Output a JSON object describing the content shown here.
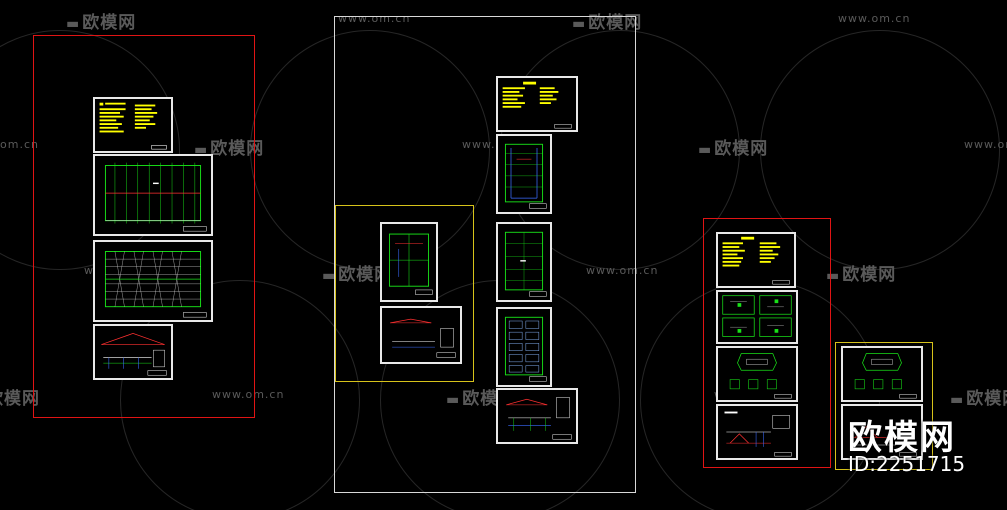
{
  "watermark": {
    "logo_text": "欧模网",
    "url_text": "www.om.cn",
    "url_text_partial": "om.cn"
  },
  "badge": {
    "brand": "欧模网",
    "id_text": "ID:2251715"
  },
  "colors": {
    "background": "#000000",
    "frame_red": "#e01414",
    "frame_white": "#d8d8d8",
    "frame_yellow": "#d6c21a",
    "sheet_border": "#e8e8e8",
    "drawing_green": "#18e018",
    "drawing_yellow": "#ffff00",
    "drawing_red": "#ff3030",
    "drawing_blue": "#3b6bff"
  }
}
